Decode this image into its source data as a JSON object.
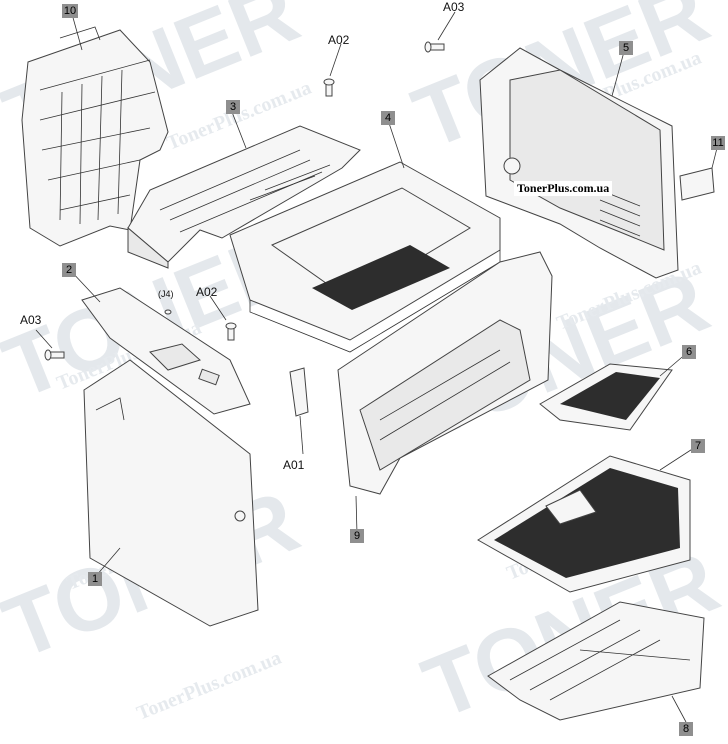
{
  "callouts": {
    "c1": "1",
    "c2": "2",
    "c3": "3",
    "c4": "4",
    "c5": "5",
    "c6": "6",
    "c7": "7",
    "c8": "8",
    "c9": "9",
    "c10": "10",
    "c11": "11"
  },
  "labels": {
    "a03_top": "A03",
    "a02_top": "A02",
    "a02_mid": "A02",
    "a03_left": "A03",
    "j4": "(J4)",
    "a01": "A01"
  },
  "stamp": "TonerPlus.com.ua",
  "watermark": {
    "brand": "TONER",
    "site": "TonerPlus.com.ua"
  },
  "colors": {
    "callout_bg": "#8f8f8f",
    "watermark": "#e4e8ec",
    "line": "#444444"
  }
}
